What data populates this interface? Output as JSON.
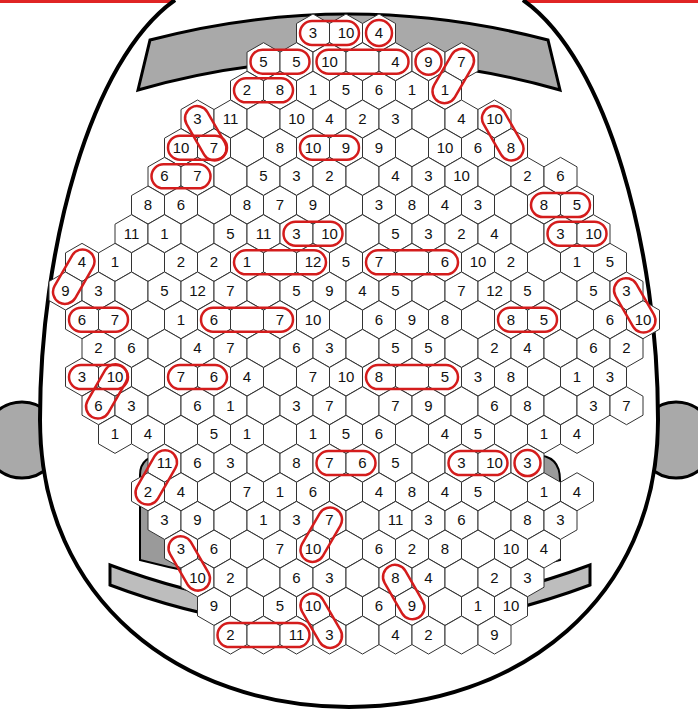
{
  "diagram": {
    "labels": [
      "3",
      "10",
      "4",
      "5",
      "5",
      "10",
      "4",
      "9",
      "7",
      "2",
      "8",
      "1",
      "5",
      "6",
      "1",
      "1",
      "3",
      "11",
      "10",
      "4",
      "2",
      "3",
      "4",
      "10",
      "10",
      "7",
      "8",
      "10",
      "9",
      "9",
      "10",
      "6",
      "8",
      "6",
      "7",
      "5",
      "3",
      "2",
      "4",
      "3",
      "10",
      "2",
      "6",
      "8",
      "6",
      "8",
      "7",
      "9",
      "3",
      "8",
      "4",
      "3",
      "8",
      "5",
      "11",
      "1",
      "5",
      "11",
      "3",
      "10",
      "5",
      "3",
      "2",
      "4",
      "3",
      "10",
      "4",
      "1",
      "2",
      "2",
      "1",
      "12",
      "5",
      "7",
      "6",
      "10",
      "2",
      "1",
      "5",
      "9",
      "3",
      "5",
      "12",
      "7",
      "5",
      "9",
      "4",
      "5",
      "7",
      "12",
      "5",
      "5",
      "3",
      "6",
      "7",
      "1",
      "6",
      "7",
      "10",
      "6",
      "9",
      "8",
      "8",
      "5",
      "6",
      "10",
      "2",
      "6",
      "4",
      "7",
      "6",
      "3",
      "5",
      "5",
      "2",
      "4",
      "6",
      "2",
      "3",
      "10",
      "7",
      "6",
      "4",
      "7",
      "10",
      "8",
      "5",
      "3",
      "8",
      "1",
      "3",
      "6",
      "3",
      "6",
      "1",
      "3",
      "7",
      "7",
      "9",
      "6",
      "8",
      "3",
      "7",
      "1",
      "4",
      "5",
      "1",
      "1",
      "5",
      "6",
      "4",
      "5",
      "1",
      "4",
      "11",
      "6",
      "3",
      "8",
      "7",
      "6",
      "5",
      "3",
      "10",
      "3",
      "2",
      "4",
      "7",
      "1",
      "6",
      "4",
      "8",
      "4",
      "5",
      "1",
      "4",
      "3",
      "9",
      "1",
      "3",
      "7",
      "11",
      "3",
      "6",
      "8",
      "3",
      "3",
      "6",
      "7",
      "10",
      "6",
      "2",
      "8",
      "10",
      "4",
      "10",
      "2",
      "6",
      "3",
      "8",
      "4",
      "2",
      "3",
      "9",
      "5",
      "10",
      "6",
      "9",
      "1",
      "10",
      "2",
      "11",
      "3",
      "4",
      "2",
      "9"
    ]
  }
}
